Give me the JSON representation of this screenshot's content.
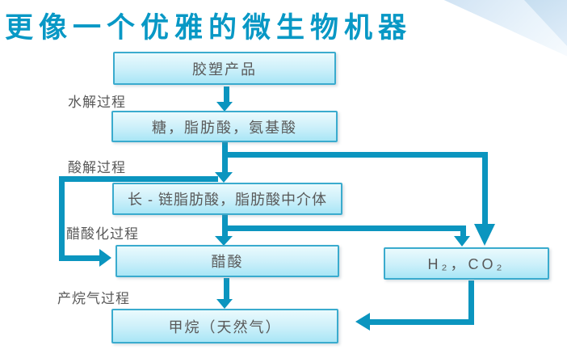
{
  "title": "更像一个优雅的微生物机器",
  "colors": {
    "title_text": "#0898c5",
    "connector": "#0b95bf",
    "box_border": "#3aabce",
    "box_fill_top": "#eafafd",
    "box_fill_bottom": "#a9e6f6",
    "body_text": "#595959",
    "corner_wedge": "#cfe2f3"
  },
  "diagram": {
    "boxes": [
      {
        "id": "plastic-products",
        "label": "胶塑产品"
      },
      {
        "id": "sugars-fatty-acids-amino-acids",
        "label": "糖，脂肪酸，氨基酸"
      },
      {
        "id": "long-chain-fatty-acids",
        "label": "长 - 链脂肪酸，脂肪酸中介体"
      },
      {
        "id": "acetic-acid",
        "label": "醋酸"
      },
      {
        "id": "h2-co2",
        "label": "H₂，CO₂"
      },
      {
        "id": "methane-natural-gas",
        "label": "甲烷（天然气）"
      }
    ],
    "stage_labels": [
      {
        "id": "hydrolysis",
        "label": "水解过程"
      },
      {
        "id": "acidogenesis",
        "label": "酸解过程"
      },
      {
        "id": "acetogenesis",
        "label": "醋酸化过程"
      },
      {
        "id": "methanogenesis",
        "label": "产烷气过程"
      }
    ]
  }
}
